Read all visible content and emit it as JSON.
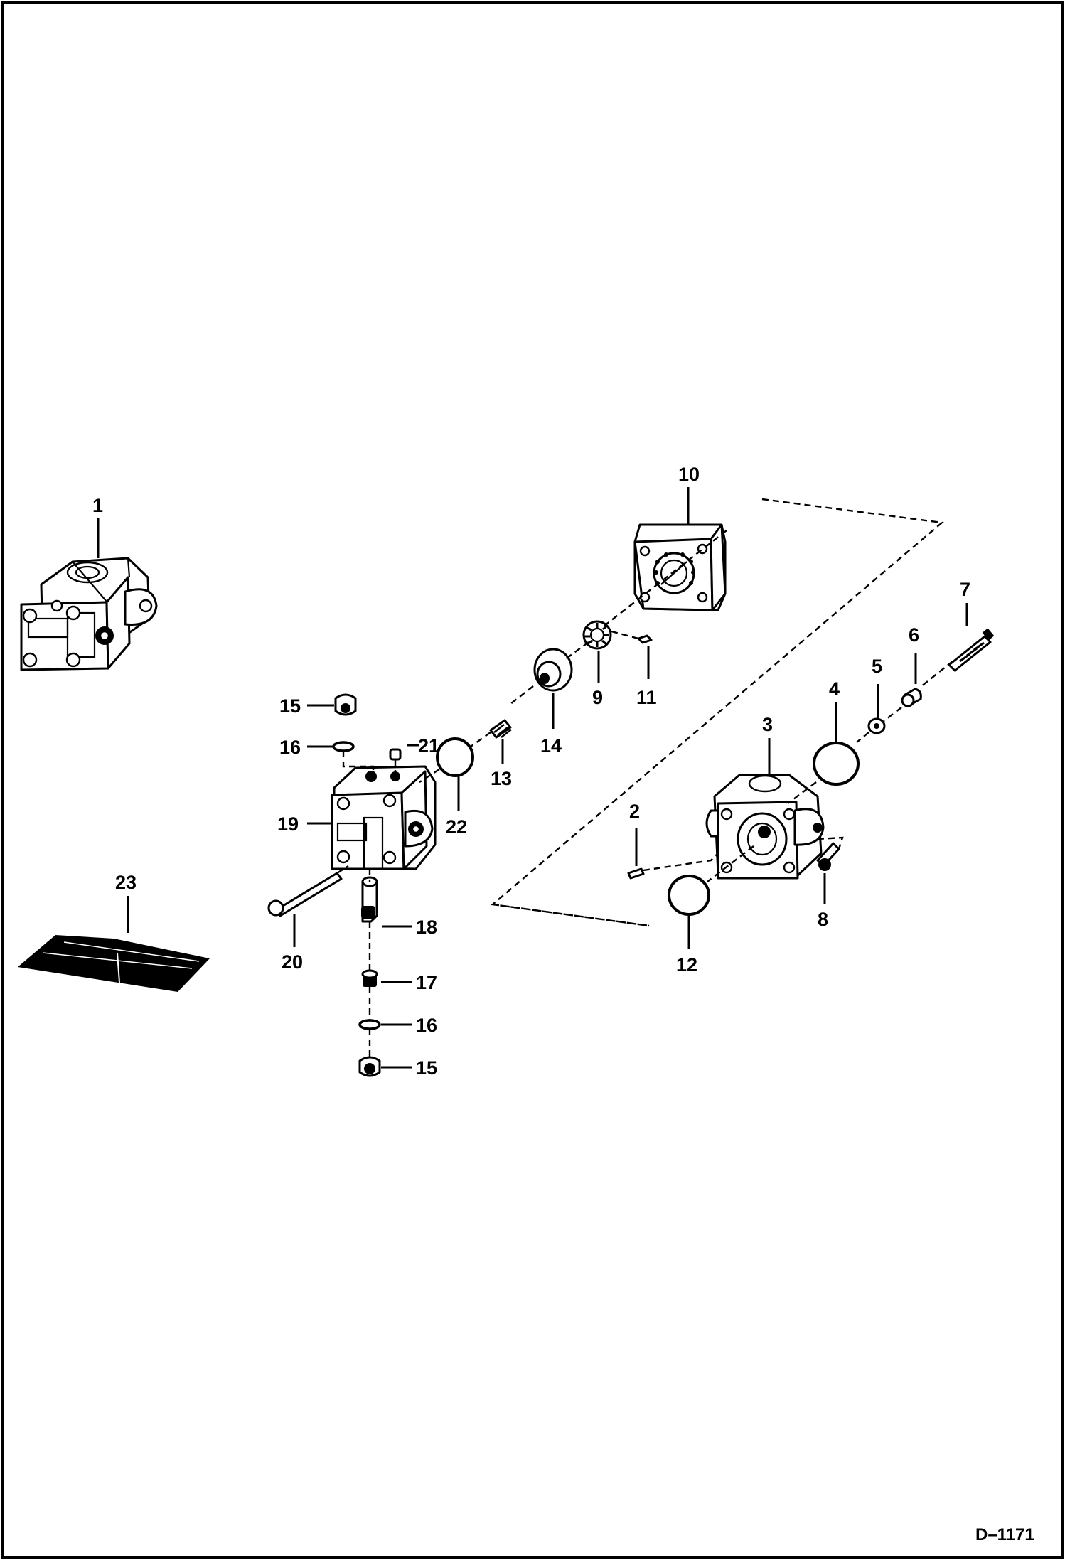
{
  "drawing_code": "D–1171",
  "callouts": {
    "c1": "1",
    "c2": "2",
    "c3": "3",
    "c4": "4",
    "c5": "5",
    "c6": "6",
    "c7": "7",
    "c8": "8",
    "c9": "9",
    "c10": "10",
    "c11": "11",
    "c12": "12",
    "c13": "13",
    "c14": "14",
    "c15a": "15",
    "c15b": "15",
    "c16a": "16",
    "c16b": "16",
    "c17": "17",
    "c18": "18",
    "c19": "19",
    "c20": "20",
    "c21": "21",
    "c22": "22",
    "c23": "23"
  }
}
